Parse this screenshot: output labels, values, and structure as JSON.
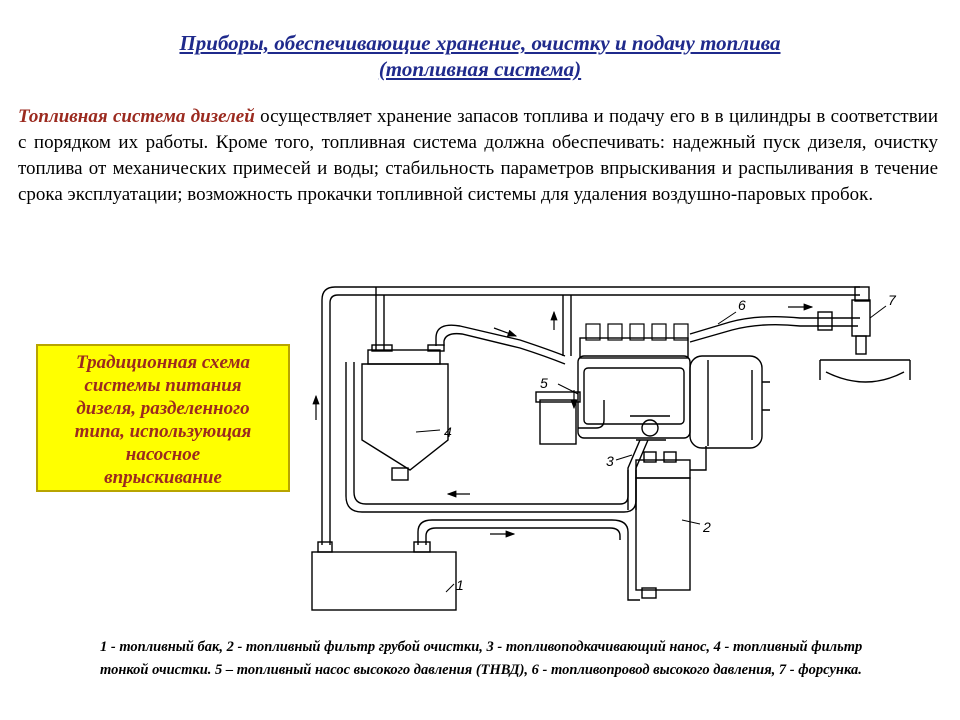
{
  "title": {
    "line1": "Приборы, обеспечивающие хранение, очистку и подачу топлива",
    "line2": "(топливная система)"
  },
  "intro": {
    "lead": "Топливная система дизелей",
    "text": " осуществляет хранение запасов топлива и подачу его в в цилиндры в соответствии с порядком их работы. Кроме того, топливная система должна обеспечивать: надежный пуск дизеля, очистку топлива от механических примесей и воды; стабильность параметров впрыскивания и распыливания в течение срока эксплуатации; возможность прокачки топливной системы для удаления воздушно-паровых пробок."
  },
  "callout": {
    "lines": [
      "Традиционная схема",
      "системы питания",
      "дизеля, разделенного",
      "типа, использующая",
      "насосное",
      "впрыскивание"
    ]
  },
  "diagram": {
    "labels": {
      "tank": "1",
      "coarse_filter": "2",
      "priming_pump": "3",
      "fine_filter": "4",
      "hp_pump": "5",
      "hp_line": "6",
      "injector": "7"
    }
  },
  "legend": {
    "text": "1 - топливный бак, 2 - топливный фильтр грубой очистки, 3 - топливоподкачивающий нанос, 4 - топливный фильтр тонкой очистки. 5 – топливный насос высокого давления (ТНВД), 6 - топливопровод высокого давления, 7 - форсунка."
  },
  "colors": {
    "title": "#1f2a8c",
    "accent": "#9b2a1f",
    "callout_bg": "#ffff00"
  }
}
